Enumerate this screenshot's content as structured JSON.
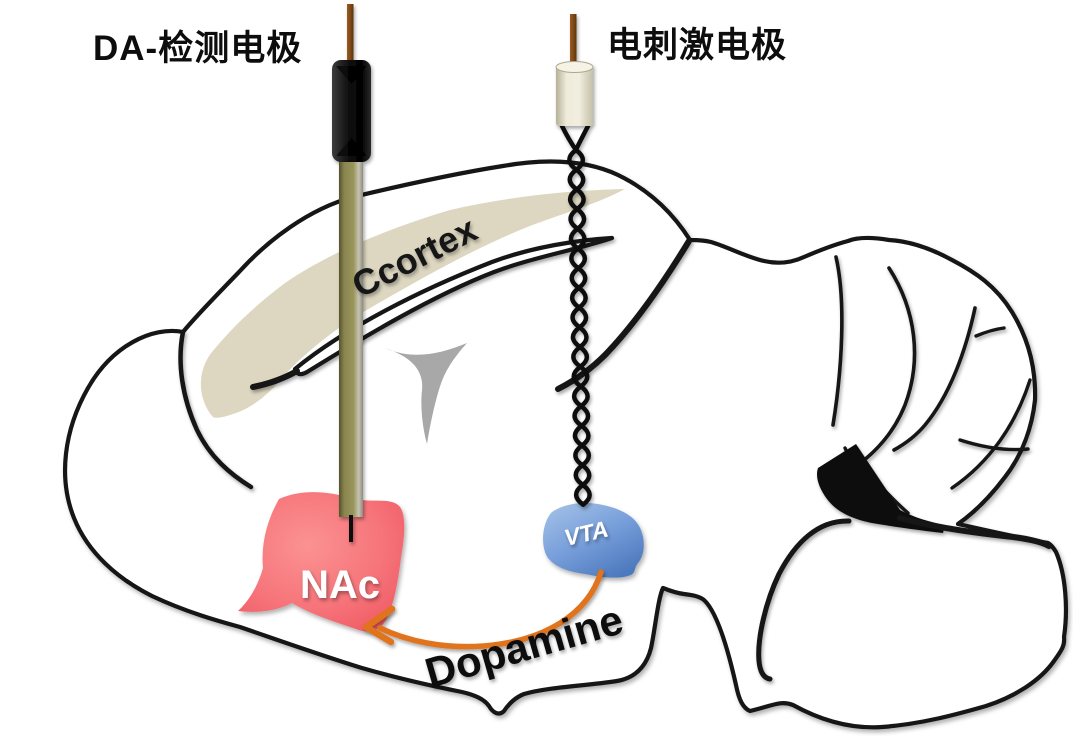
{
  "labels": {
    "da_electrode": "DA-检测电极",
    "stim_electrode": "电刺激电极",
    "cortex": "Ccortex",
    "nac": "NAc",
    "vta": "VTA",
    "dopamine": "Dopamine"
  },
  "colors": {
    "outline": "#141414",
    "cortex_band": "#DDD7C1",
    "nac_fill": "#F4666C",
    "vta_fill": "#5E88C8",
    "dopamine_arrow": "#E0731D",
    "detection_shaft_olive": "#8F8A55",
    "stim_connector_cream": "#EAE5D1",
    "wire_brown": "#83491B",
    "fork_gray": "#A8A8A8"
  }
}
